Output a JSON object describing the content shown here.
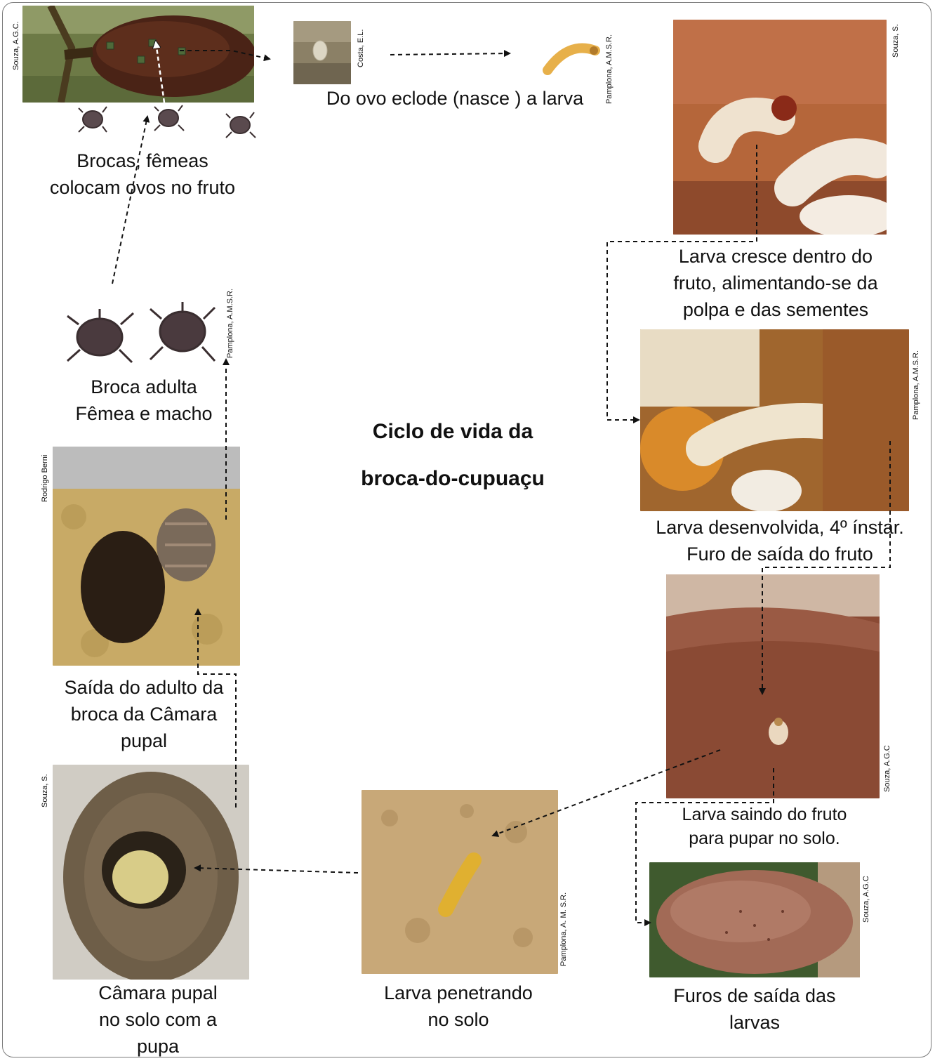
{
  "title": {
    "line1": "Ciclo de vida da",
    "line2": "broca-do-cupuaçu"
  },
  "stages": {
    "eggs_on_fruit": "Brocas, fêmeas\ncolocam  ovos no fruto",
    "egg_hatch": "Do ovo eclode (nasce ) a larva",
    "larva_grows": "Larva cresce dentro do\nfruto, alimentando-se da\npolpa e das sementes",
    "larva_developed": "Larva desenvolvida, 4º ínstar.\nFuro de saída do fruto",
    "larva_leaving": "Larva saindo do fruto\npara pupar no solo.",
    "exit_holes": "Furos de saída das\nlarvas",
    "larva_soil": "Larva penetrando\nno solo",
    "pupal_chamber": "Câmara  pupal\nno solo com a\npupa",
    "adult_exit": "Saída do adulto da\nbroca da Câmara\npupal",
    "adult": "Broca adulta\nFêmea e macho"
  },
  "credits": {
    "fruit_eggs": "Souza, A.G.C.",
    "egg": "Costa, E.L.",
    "hatch_larva": "Pamplona, A.M.S.R.",
    "larva_grows": "Souza, S.",
    "larva_developed": "Pamplona, A.M.S.R.",
    "larva_leaving": "Souza, A.G.C",
    "exit_holes": "Souza, A.G.C",
    "larva_soil": "Pamplona, A. M. S.R.",
    "pupal_chamber": "Souza, S.",
    "adult_exit": "Rodrigo Berni",
    "adult": "Pamplona, A.M.S.R."
  },
  "colors": {
    "frame": "#7a7a7a",
    "arrow": "#111111"
  }
}
